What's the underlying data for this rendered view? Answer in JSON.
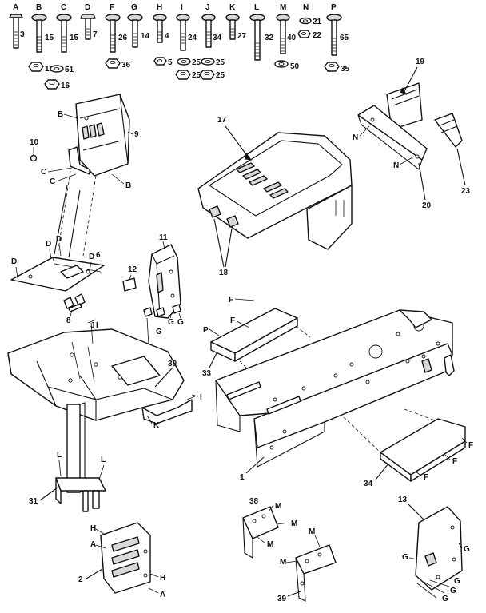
{
  "hardware_letters": [
    "A",
    "B",
    "C",
    "D",
    "F",
    "G",
    "H",
    "I",
    "J",
    "K",
    "L",
    "M",
    "N",
    "P"
  ],
  "hardware_numbers": {
    "A": "3",
    "B": "15",
    "C": "15",
    "D": "7",
    "F": "26",
    "G": "14",
    "H": "4",
    "I": "24",
    "J": "34",
    "K": "27",
    "L": "32",
    "M": "40",
    "N1": "21",
    "N2": "22",
    "P": "65",
    "nut_A": "16",
    "washer_B": "51",
    "nut_B": "16",
    "nut_F": "36",
    "nut_H": "5",
    "washer_I": "25",
    "nut_I": "25",
    "washer_J": "25",
    "nut_J": "25",
    "washer_M": "50",
    "nut_P": "35"
  },
  "part_labels": {
    "p1": "1",
    "p2": "2",
    "p6": "6",
    "p8": "8",
    "p9": "9",
    "p10": "10",
    "p11": "11",
    "p12": "12",
    "p13": "13",
    "p17": "17",
    "p18": "18",
    "p19": "19",
    "p20": "20",
    "p23": "23",
    "p30": "30",
    "p31": "31",
    "p33": "33",
    "p34": "34",
    "p38": "38",
    "p39": "39"
  },
  "ref_letters": {
    "A": "A",
    "B": "B",
    "C": "C",
    "D": "D",
    "F": "F",
    "G": "G",
    "H": "H",
    "I": "I",
    "J": "J",
    "K": "K",
    "L": "L",
    "M": "M",
    "N": "N",
    "P": "P"
  }
}
